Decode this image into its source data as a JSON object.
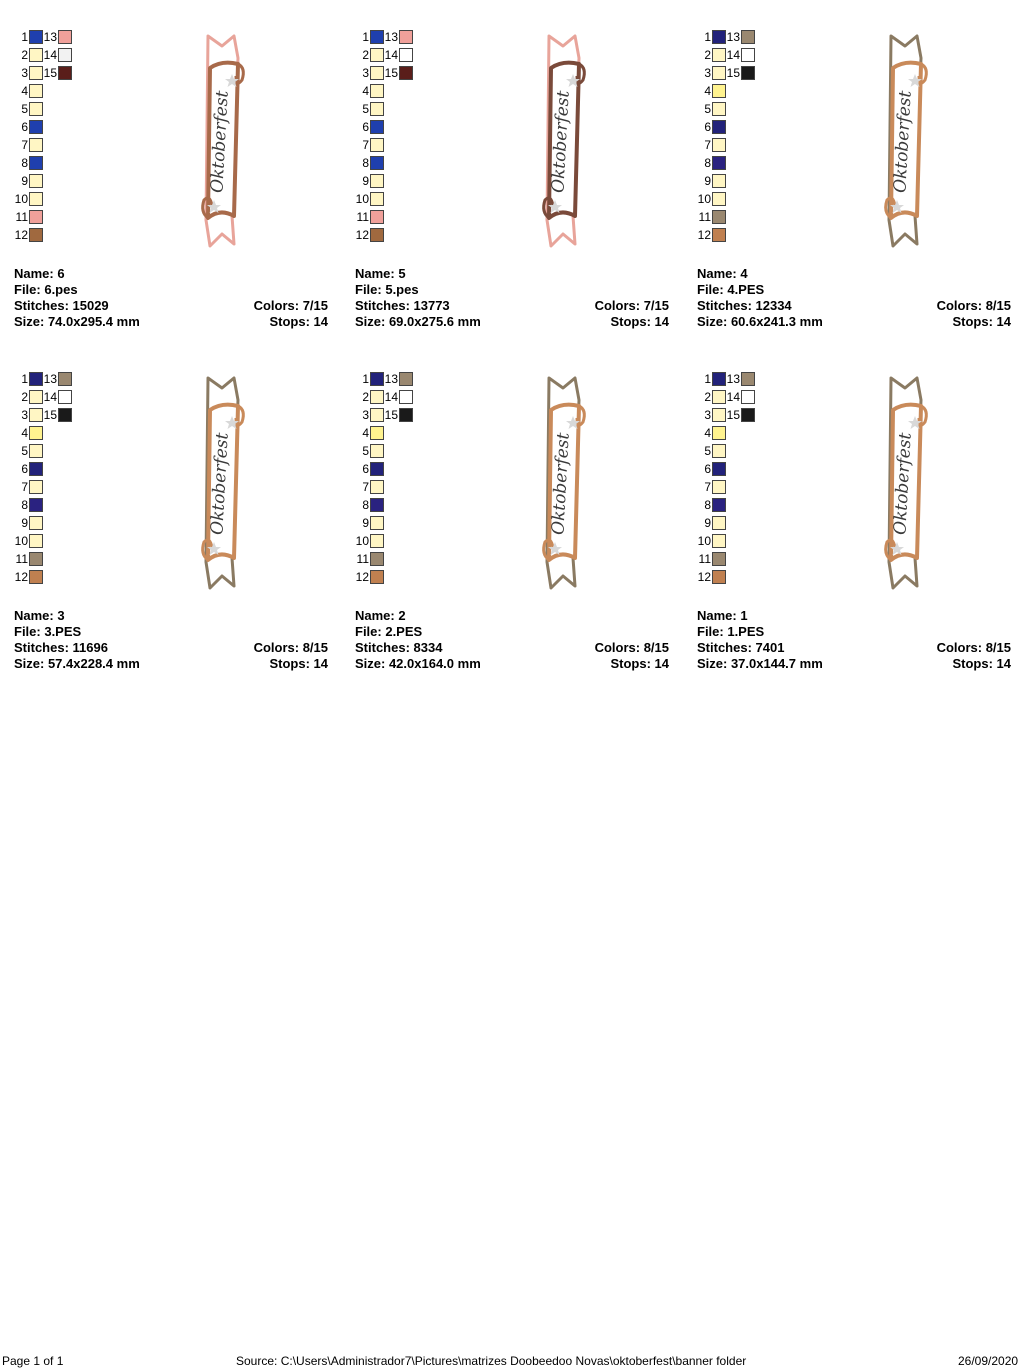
{
  "labels": {
    "name": "Name: ",
    "file": "File: ",
    "stitches": "Stitches: ",
    "size": "Size: ",
    "colors": "Colors: ",
    "stops": "Stops: "
  },
  "designs": [
    {
      "name": "6",
      "file": "6.pes",
      "stitches": "15029",
      "size": "74.0x295.4 mm",
      "colors": "7/15",
      "stops": "14",
      "banner_text": "Oktoberfest",
      "outline_color": "#e8a49a",
      "frame_color": "#a86a4a",
      "swatches": [
        "#1f3fae",
        "#fff6c4",
        "#fff6c4",
        "#fff6c4",
        "#fff6c4",
        "#1f3fae",
        "#fff6c4",
        "#1f3fae",
        "#fff6c4",
        "#fff6c4",
        "#f0a09a",
        "#a0693f",
        "#f0a09a",
        "#f2f2f2",
        "#5a1e1a"
      ]
    },
    {
      "name": "5",
      "file": "5.pes",
      "stitches": "13773",
      "size": "69.0x275.6 mm",
      "colors": "7/15",
      "stops": "14",
      "banner_text": "Oktoberfest",
      "outline_color": "#e8a49a",
      "frame_color": "#7a4a3a",
      "swatches": [
        "#1f3fae",
        "#fff6c4",
        "#fff6c4",
        "#fff6c4",
        "#fff6c4",
        "#1f3fae",
        "#fff6c4",
        "#1f3fae",
        "#fff6c4",
        "#fff6c4",
        "#f0a09a",
        "#a0693f",
        "#f0a09a",
        "#ffffff",
        "#5a1e1a"
      ]
    },
    {
      "name": "4",
      "file": "4.PES",
      "stitches": "12334",
      "size": "60.6x241.3 mm",
      "colors": "8/15",
      "stops": "14",
      "banner_text": "Oktoberfest",
      "outline_color": "#8a7a62",
      "frame_color": "#c98a5a",
      "swatches": [
        "#22227a",
        "#fff6c4",
        "#fff6c4",
        "#fff38f",
        "#fff6c4",
        "#22227a",
        "#fff6c4",
        "#2a2280",
        "#fff6c4",
        "#fff6c4",
        "#9a8870",
        "#c08050",
        "#9a8870",
        "#ffffff",
        "#1a1a1a"
      ]
    },
    {
      "name": "3",
      "file": "3.PES",
      "stitches": "11696",
      "size": "57.4x228.4 mm",
      "colors": "8/15",
      "stops": "14",
      "banner_text": "Oktoberfest",
      "outline_color": "#8a7a62",
      "frame_color": "#c98a5a",
      "swatches": [
        "#22227a",
        "#fff6c4",
        "#fff6c4",
        "#fff38f",
        "#fff6c4",
        "#22227a",
        "#fff6c4",
        "#2a2280",
        "#fff6c4",
        "#fff6c4",
        "#9a8870",
        "#c08050",
        "#9a8870",
        "#ffffff",
        "#1a1a1a"
      ]
    },
    {
      "name": "2",
      "file": "2.PES",
      "stitches": "8334",
      "size": "42.0x164.0 mm",
      "colors": "8/15",
      "stops": "14",
      "banner_text": "Oktoberfest",
      "outline_color": "#8a7a62",
      "frame_color": "#c98a5a",
      "swatches": [
        "#22227a",
        "#fff6c4",
        "#fff6c4",
        "#fff38f",
        "#fff6c4",
        "#22227a",
        "#fff6c4",
        "#2a2280",
        "#fff6c4",
        "#fff6c4",
        "#9a8870",
        "#c08050",
        "#9a8870",
        "#ffffff",
        "#1a1a1a"
      ]
    },
    {
      "name": "1",
      "file": "1.PES",
      "stitches": "7401",
      "size": "37.0x144.7 mm",
      "colors": "8/15",
      "stops": "14",
      "banner_text": "Oktoberfest",
      "outline_color": "#8a7a62",
      "frame_color": "#c98a5a",
      "swatches": [
        "#22227a",
        "#fff6c4",
        "#fff6c4",
        "#fff38f",
        "#fff6c4",
        "#22227a",
        "#fff6c4",
        "#2a2280",
        "#fff6c4",
        "#fff6c4",
        "#9a8870",
        "#c08050",
        "#9a8870",
        "#ffffff",
        "#1a1a1a"
      ]
    }
  ],
  "footer": {
    "page": "Page 1 of 1",
    "source": "Source:  C:\\Users\\Administrador7\\Pictures\\matrizes Doobeedoo Novas\\oktoberfest\\banner folder",
    "date": "26/09/2020"
  }
}
